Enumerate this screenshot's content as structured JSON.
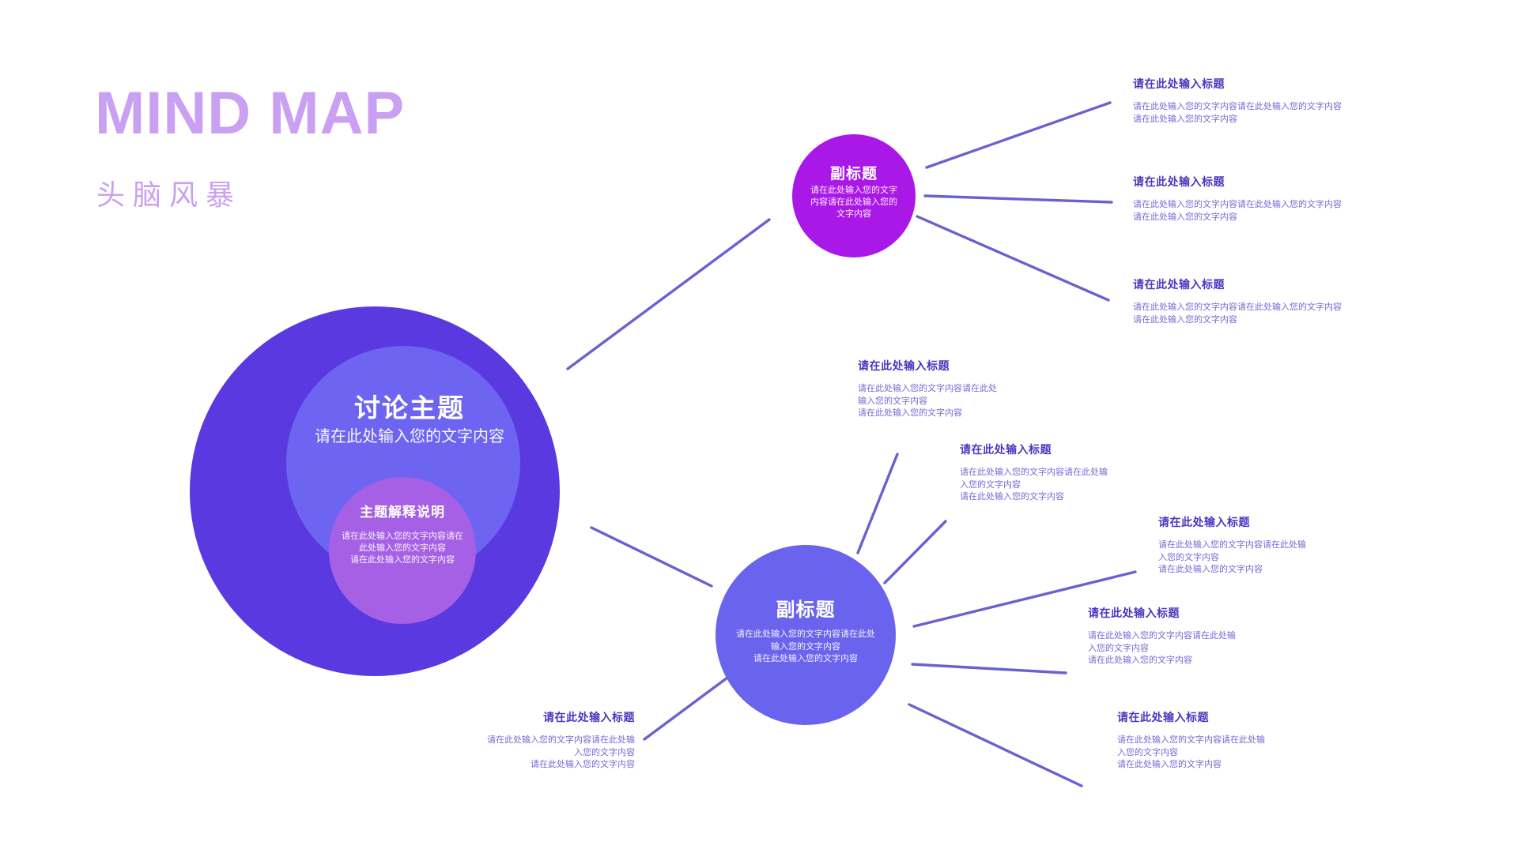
{
  "header": {
    "title": "MIND MAP",
    "subtitle": "头脑风暴"
  },
  "colors": {
    "heading": "#c9a0f2",
    "outer": "#5a3ae0",
    "middle": "#6d64f1",
    "inner": "#a660e6",
    "subtop": "#aa18e8",
    "subbottom": "#6a63ee",
    "line": "#6a61d1",
    "btitle": "#4f35c0",
    "bbody": "#7768d4"
  },
  "nodes": {
    "main": {
      "title": "讨论主题",
      "subtitle": "请在此处输入您的文字内容"
    },
    "explain": {
      "title": "主题解释说明",
      "lines": [
        "请在此处输入您的文字内容请在",
        "此处输入您的文字内容",
        "请在此处输入您的文字内容"
      ]
    },
    "sub_top": {
      "title": "副标题",
      "lines": [
        "请在此处输入您的文字",
        "内容请在此处输入您的",
        "文字内容"
      ]
    },
    "sub_bottom": {
      "title": "副标题",
      "lines": [
        "请在此处输入您的文字内容请在此处",
        "输入您的文字内容",
        "请在此处输入您的文字内容"
      ]
    }
  },
  "branches": [
    {
      "title": "请在此处输入标题",
      "lines": [
        "请在此处输入您的文字内容请在此处输入您的文字内容",
        "请在此处输入您的文字内容",
        ""
      ]
    },
    {
      "title": "请在此处输入标题",
      "lines": [
        "请在此处输入您的文字内容请在此处输入您的文字内容",
        "请在此处输入您的文字内容",
        ""
      ]
    },
    {
      "title": "请在此处输入标题",
      "lines": [
        "请在此处输入您的文字内容请在此处输入您的文字内容",
        "请在此处输入您的文字内容",
        ""
      ]
    },
    {
      "title": "请在此处输入标题",
      "lines": [
        "请在此处输入您的文字内容请在此处",
        "输入您的文字内容",
        "请在此处输入您的文字内容"
      ]
    },
    {
      "title": "请在此处输入标题",
      "lines": [
        "请在此处输入您的文字内容请在此处输",
        "入您的文字内容",
        "请在此处输入您的文字内容"
      ]
    },
    {
      "title": "请在此处输入标题",
      "lines": [
        "请在此处输入您的文字内容请在此处输",
        "入您的文字内容",
        "请在此处输入您的文字内容"
      ]
    },
    {
      "title": "请在此处输入标题",
      "lines": [
        "请在此处输入您的文字内容请在此处输",
        "入您的文字内容",
        "请在此处输入您的文字内容"
      ]
    },
    {
      "title": "请在此处输入标题",
      "lines": [
        "请在此处输入您的文字内容请在此处输",
        "入您的文字内容",
        "请在此处输入您的文字内容"
      ]
    },
    {
      "title": "请在此处输入标题",
      "lines": [
        "请在此处输入您的文字内容请在此处输",
        "入您的文字内容",
        "请在此处输入您的文字内容"
      ]
    }
  ]
}
